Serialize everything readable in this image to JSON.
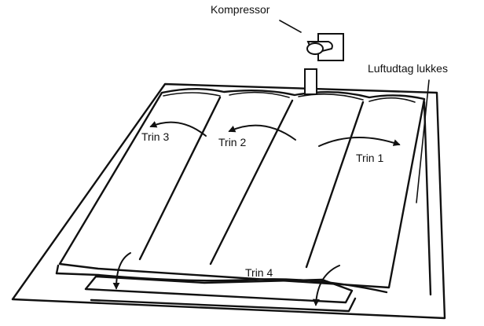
{
  "labels": {
    "compressor": "Kompressor",
    "air_outlet": "Luftudtag lukkes",
    "step1": "Trin 1",
    "step2": "Trin 2",
    "step3": "Trin 3",
    "step4": "Trin 4"
  }
}
